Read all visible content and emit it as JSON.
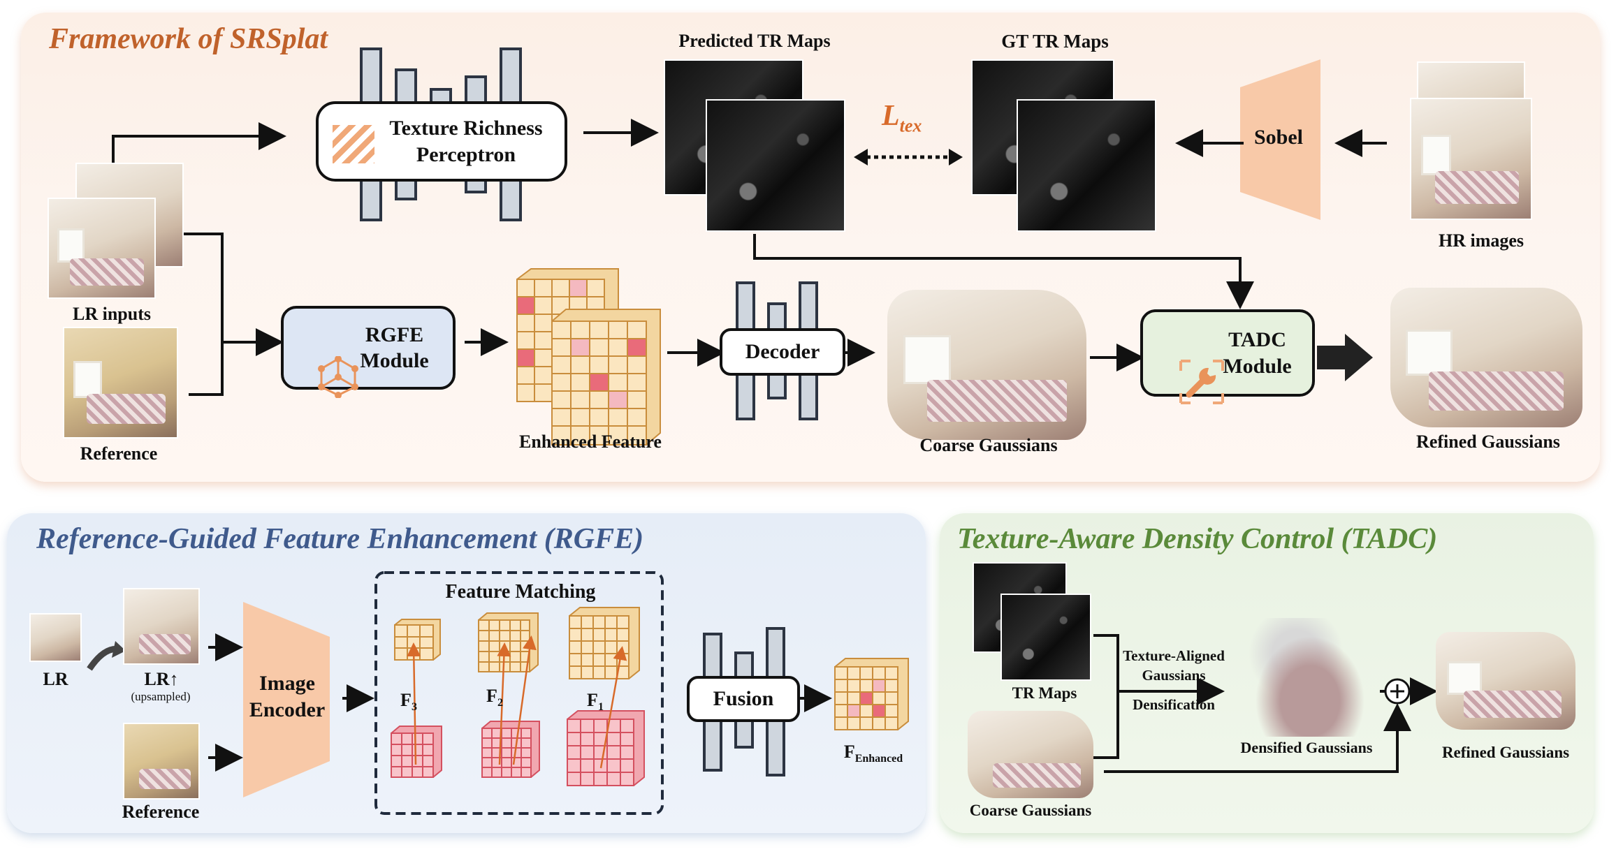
{
  "main": {
    "title": "Framework of SRSplat",
    "lr_inputs": "LR inputs",
    "reference": "Reference",
    "trp": "Texture Richness\nPerceptron",
    "predicted_tr": "Predicted TR Maps",
    "gt_tr": "GT TR Maps",
    "loss_main": "L",
    "loss_sub": "tex",
    "sobel": "Sobel",
    "hr_images": "HR images",
    "rgfe_module": "RGFE\nModule",
    "enhanced_feature": "Enhanced Feature",
    "decoder": "Decoder",
    "coarse_gaussians": "Coarse Gaussians",
    "tadc_module": "TADC\nModule",
    "refined_gaussians": "Refined Gaussians"
  },
  "rgfe": {
    "title": "Reference-Guided Feature Enhancement (RGFE)",
    "lr": "LR",
    "lr_up": "LR↑",
    "upsampled": "(upsampled)",
    "reference": "Reference",
    "image_encoder": "Image\nEncoder",
    "feature_matching": "Feature Matching",
    "f3": "F",
    "f3_sub": "3",
    "f2": "F",
    "f2_sub": "2",
    "f1": "F",
    "f1_sub": "1",
    "fusion": "Fusion",
    "f_enh": "F",
    "f_enh_sub": "Enhanced"
  },
  "tadc": {
    "title": "Texture-Aware Density Control (TADC)",
    "tr_maps": "TR Maps",
    "coarse_gaussians": "Coarse Gaussians",
    "texture_aligned": "Texture-Aligned\nGaussians",
    "densification": "Densification",
    "densified_gaussians": "Densified Gaussians",
    "refined_gaussians": "Refined Gaussians"
  },
  "colors": {
    "orange_title": "#c0622b",
    "blue_title": "#3f5a8c",
    "green_title": "#5a8a3a",
    "peach": "#f8c9a8",
    "cell": "#fbe6c0",
    "cell_red": "#e96b7a",
    "cell_pink": "#f4b9c0"
  }
}
